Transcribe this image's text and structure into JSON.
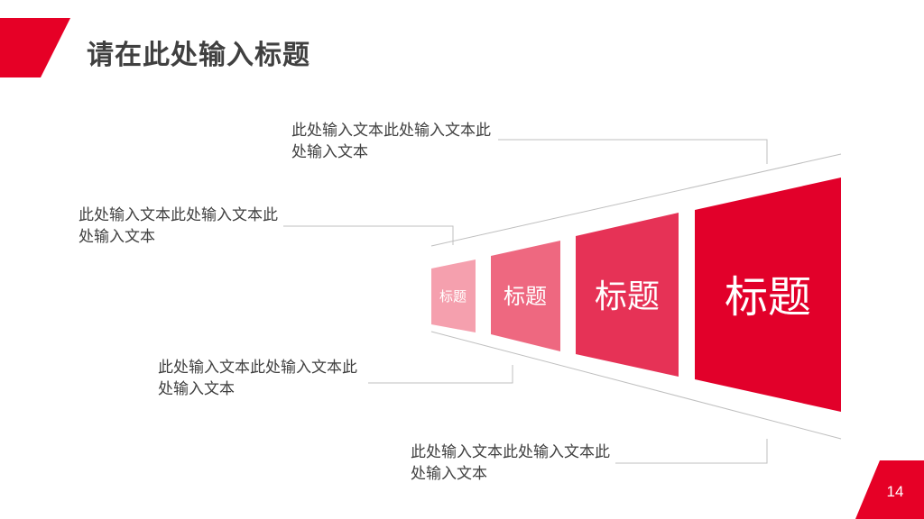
{
  "title": "请在此处输入标题",
  "page_number": "14",
  "colors": {
    "accent": "#e60026",
    "level1": "#f5a0ae",
    "level2": "#ee6880",
    "level3": "#e63256",
    "level4": "#e2002a",
    "text": "#404040",
    "line": "#bfbfbf"
  },
  "funnel": {
    "items": [
      {
        "label": "标题"
      },
      {
        "label": "标题"
      },
      {
        "label": "标题"
      },
      {
        "label": "标题"
      }
    ]
  },
  "callouts": [
    {
      "text": "此处输入文本此处输入文本此处输入文本"
    },
    {
      "text": "此处输入文本此处输入文本此处输入文本"
    },
    {
      "text": "此处输入文本此处输入文本此处输入文本"
    },
    {
      "text": "此处输入文本此处输入文本此处输入文本"
    }
  ]
}
